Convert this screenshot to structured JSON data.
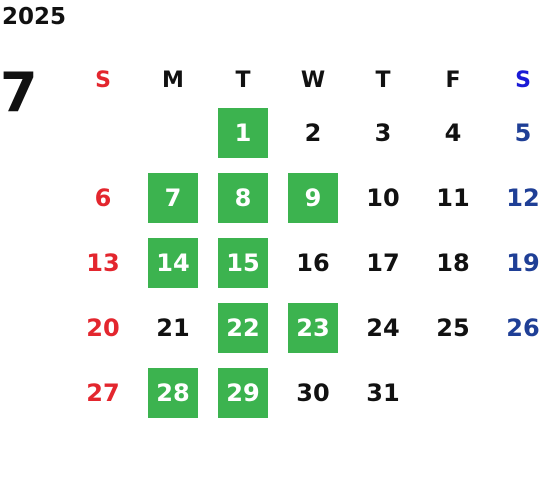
{
  "year": "2025",
  "month": "7",
  "weekdays": [
    "S",
    "M",
    "T",
    "W",
    "T",
    "F",
    "S"
  ],
  "colors": {
    "highlight": "#3cb34f",
    "sunday": "#e3262e",
    "saturday": "#1f3f96",
    "saturday_header": "#1a1ad6"
  },
  "weeks": [
    [
      {
        "day": "",
        "highlighted": false
      },
      {
        "day": "",
        "highlighted": false
      },
      {
        "day": "1",
        "highlighted": true
      },
      {
        "day": "2",
        "highlighted": false
      },
      {
        "day": "3",
        "highlighted": false
      },
      {
        "day": "4",
        "highlighted": false
      },
      {
        "day": "5",
        "highlighted": false
      }
    ],
    [
      {
        "day": "6",
        "highlighted": false
      },
      {
        "day": "7",
        "highlighted": true
      },
      {
        "day": "8",
        "highlighted": true
      },
      {
        "day": "9",
        "highlighted": true
      },
      {
        "day": "10",
        "highlighted": false
      },
      {
        "day": "11",
        "highlighted": false
      },
      {
        "day": "12",
        "highlighted": false
      }
    ],
    [
      {
        "day": "13",
        "highlighted": false
      },
      {
        "day": "14",
        "highlighted": true
      },
      {
        "day": "15",
        "highlighted": true
      },
      {
        "day": "16",
        "highlighted": false
      },
      {
        "day": "17",
        "highlighted": false
      },
      {
        "day": "18",
        "highlighted": false
      },
      {
        "day": "19",
        "highlighted": false
      }
    ],
    [
      {
        "day": "20",
        "highlighted": false
      },
      {
        "day": "21",
        "highlighted": false
      },
      {
        "day": "22",
        "highlighted": true
      },
      {
        "day": "23",
        "highlighted": true
      },
      {
        "day": "24",
        "highlighted": false
      },
      {
        "day": "25",
        "highlighted": false
      },
      {
        "day": "26",
        "highlighted": false
      }
    ],
    [
      {
        "day": "27",
        "highlighted": false
      },
      {
        "day": "28",
        "highlighted": true
      },
      {
        "day": "29",
        "highlighted": true
      },
      {
        "day": "30",
        "highlighted": false
      },
      {
        "day": "31",
        "highlighted": false
      },
      {
        "day": "",
        "highlighted": false
      },
      {
        "day": "",
        "highlighted": false
      }
    ]
  ]
}
